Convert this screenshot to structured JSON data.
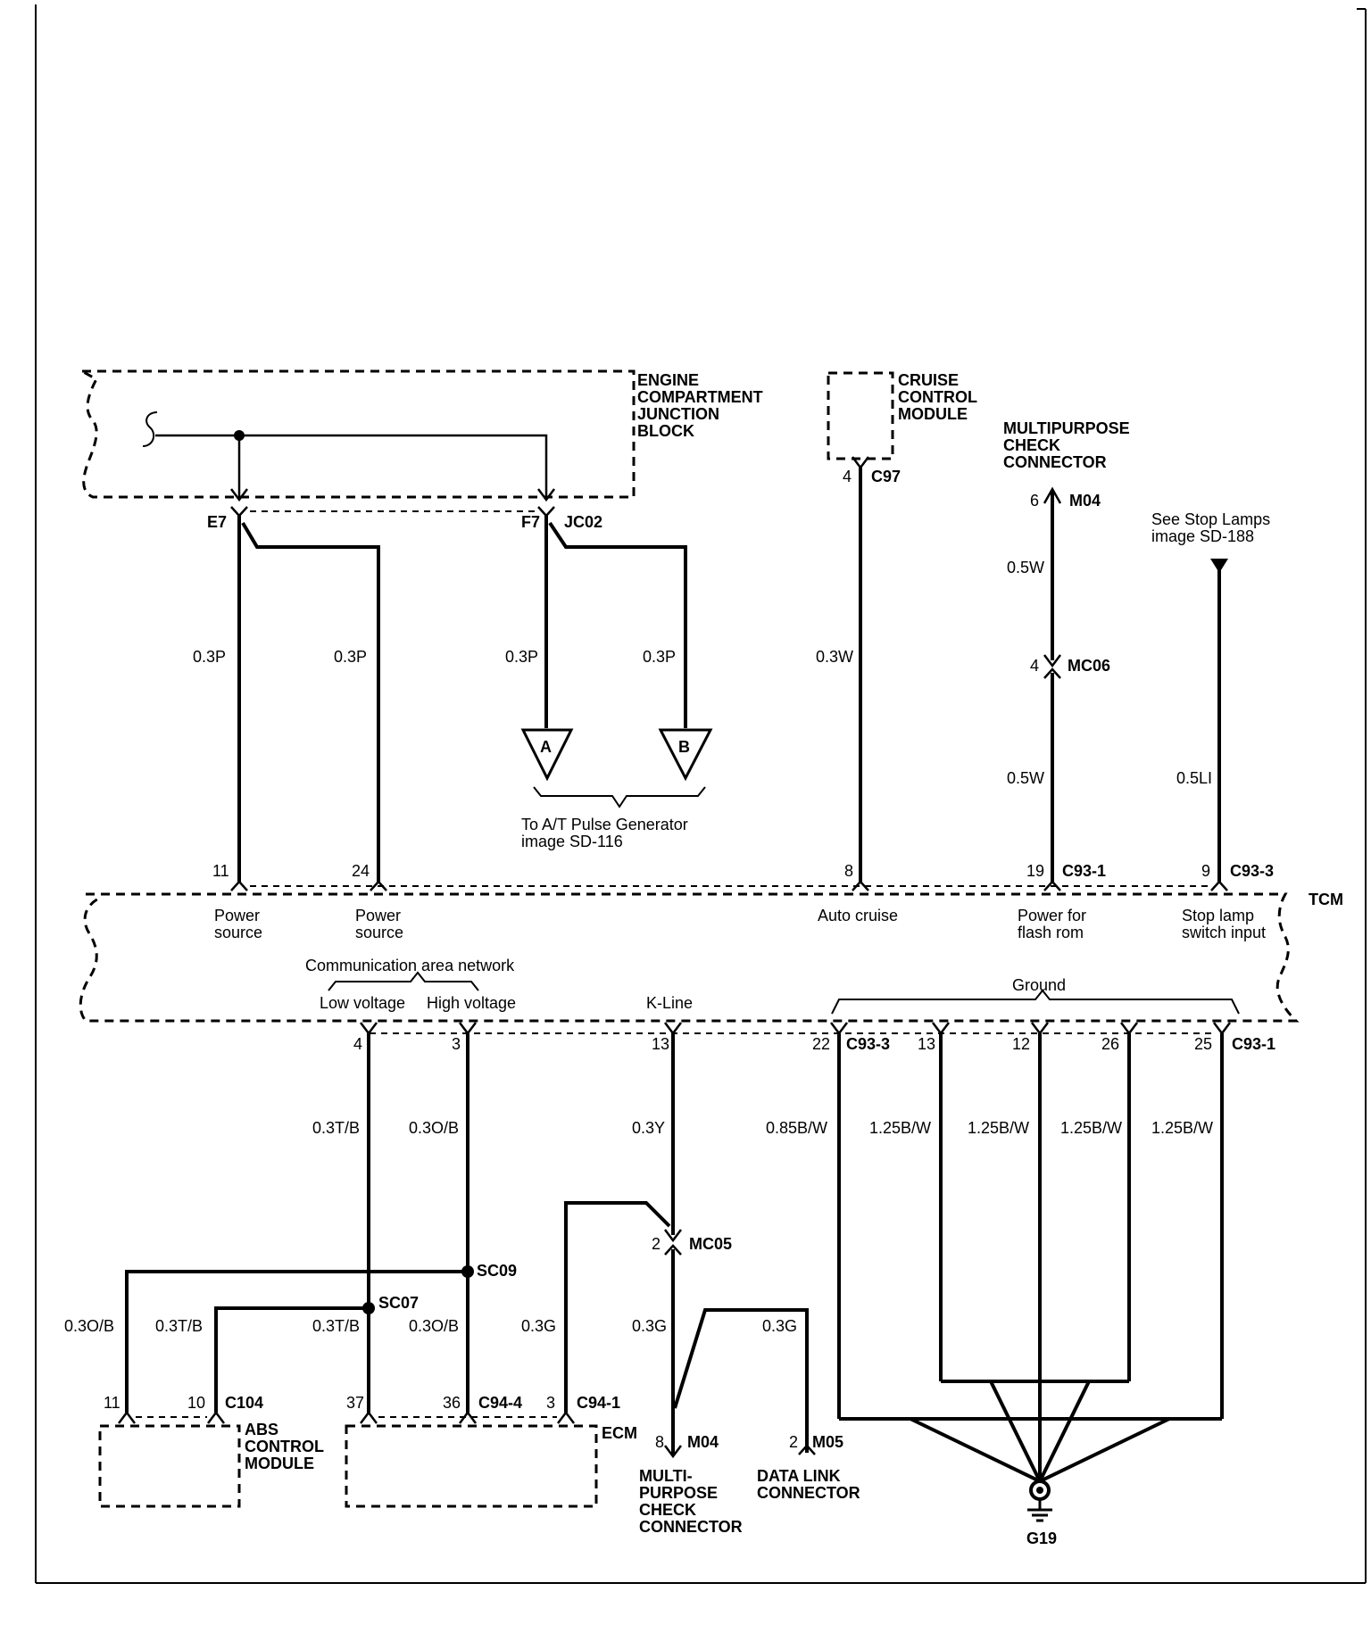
{
  "components": {
    "junction_block": "ENGINE\nCOMPARTMENT\nJUNCTION\nBLOCK",
    "cruise_module": "CRUISE\nCONTROL\nMODULE",
    "mpc_top": "MULTIPURPOSE\nCHECK\nCONNECTOR",
    "stop_lamps_ref": "See Stop Lamps\nimage SD-188",
    "pulse_gen_ref": "To A/T Pulse Generator\nimage SD-116",
    "tcm": "TCM",
    "abs_module": "ABS\nCONTROL\nMODULE",
    "ecm": "ECM",
    "mpc_bottom": "MULTI-\nPURPOSE\nCHECK\nCONNECTOR",
    "dlc": "DATA LINK\nCONNECTOR",
    "ground_point": "G19"
  },
  "connectors": {
    "e7": "E7",
    "f7": "F7",
    "jc02": "JC02",
    "c97": "C97",
    "m04_top": "M04",
    "mc06": "MC06",
    "c93_1_top": "C93-1",
    "c93_3_top": "C93-3",
    "c93_3_bot": "C93-3",
    "c93_1_bot": "C93-1",
    "mc05": "MC05",
    "sc09": "SC09",
    "sc07": "SC07",
    "c104": "C104",
    "c94_4": "C94-4",
    "c94_1": "C94-1",
    "m04_bot": "M04",
    "m05": "M05",
    "plug_a": "A",
    "plug_b": "B"
  },
  "pins": {
    "c97_pin": "4",
    "m04_top_pin": "6",
    "mc06_pin": "4",
    "tcm_top": [
      "11",
      "24",
      "8",
      "19",
      "9"
    ],
    "tcm_bottom": [
      "4",
      "3",
      "13",
      "22",
      "13",
      "12",
      "26",
      "25"
    ],
    "mc05_pin": "2",
    "abs": [
      "11",
      "10"
    ],
    "ecm": [
      "37",
      "36",
      "3"
    ],
    "m04_bot_pin": "8",
    "m05_pin": "2"
  },
  "wires": {
    "e7_a": "0.3P",
    "e7_b": "0.3P",
    "f7_a": "0.3P",
    "f7_b": "0.3P",
    "cruise": "0.3W",
    "mpc_1": "0.5W",
    "mpc_2": "0.5W",
    "stop": "0.5LI",
    "can_low": "0.3T/B",
    "can_high": "0.3O/B",
    "kline": "0.3Y",
    "gnd_22": "0.85B/W",
    "gnd_13": "1.25B/W",
    "gnd_12": "1.25B/W",
    "gnd_26": "1.25B/W",
    "gnd_25": "1.25B/W",
    "abs_11": "0.3O/B",
    "abs_10": "0.3T/B",
    "ecm_37": "0.3T/B",
    "ecm_36": "0.3O/B",
    "ecm_3": "0.3G",
    "m04_bot": "0.3G",
    "m05": "0.3G"
  },
  "functions": {
    "power_1": "Power\nsource",
    "power_2": "Power\nsource",
    "auto_cruise": "Auto cruise",
    "flash": "Power for\nflash rom",
    "stop_input": "Stop lamp\nswitch input",
    "can": "Communication area network",
    "low_v": "Low voltage",
    "high_v": "High voltage",
    "kline": "K-Line",
    "ground": "Ground"
  }
}
